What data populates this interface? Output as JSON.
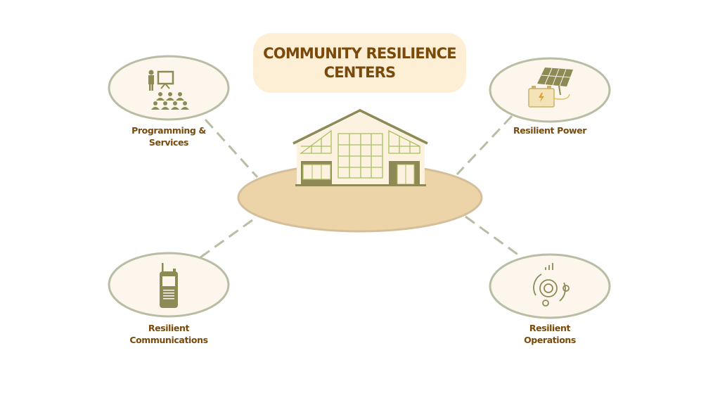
{
  "title": {
    "line1": "COMMUNITY RESILIENCE",
    "line2": "CENTERS"
  },
  "nodes": [
    {
      "id": "programming",
      "line1": "Programming &",
      "line2": "Services",
      "icon": "presentation-audience-icon"
    },
    {
      "id": "power",
      "line1": "Resilient Power",
      "line2": "",
      "icon": "solar-panel-battery-icon"
    },
    {
      "id": "communications",
      "line1": "Resilient",
      "line2": "Communications",
      "icon": "walkie-talkie-icon"
    },
    {
      "id": "operations",
      "line1": "Resilient",
      "line2": "Operations",
      "icon": "gear-cycle-operations-icon"
    }
  ],
  "colors": {
    "text": "#7a4a0a",
    "title_bg": "#fdeed6",
    "node_fill": "#fdf6ec",
    "node_stroke": "#b8bda4",
    "icon": "#8e8a55",
    "base": "#ecd3a8",
    "connector": "#b8bda4"
  }
}
